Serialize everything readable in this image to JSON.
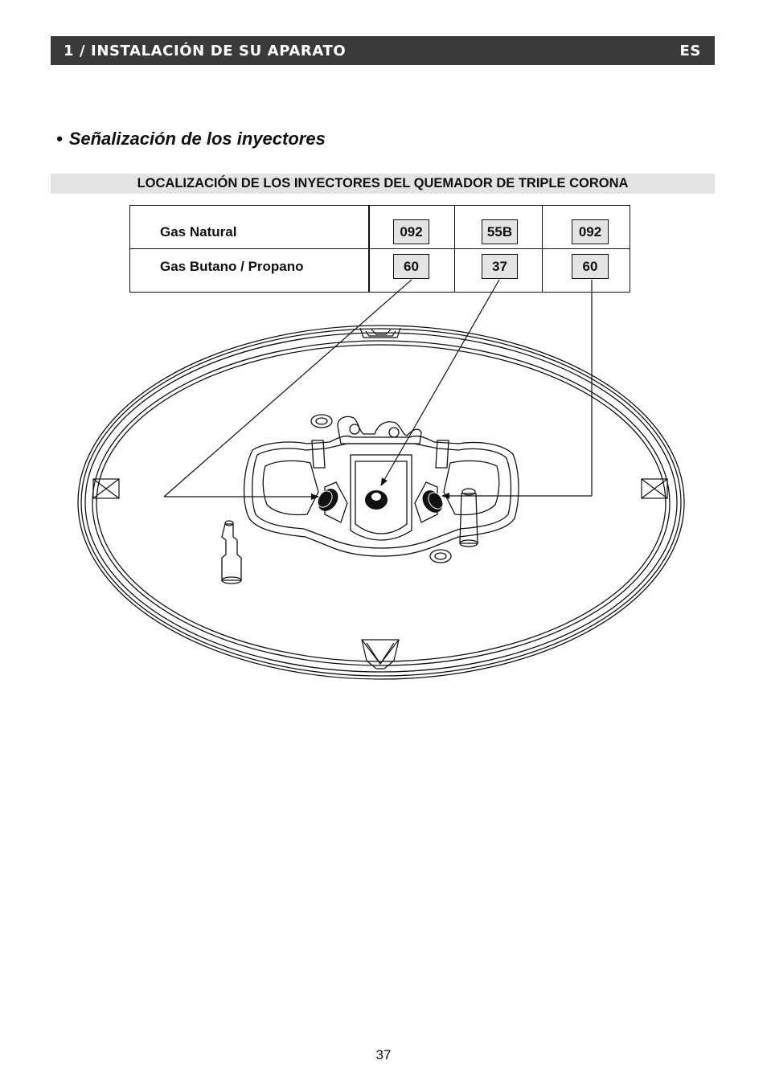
{
  "header": {
    "title": "1 / INSTALACIÓN DE SU APARATO",
    "language": "ES"
  },
  "section": {
    "bullet": "•",
    "heading": "Señalización de los inyectores"
  },
  "subtitle": "LOCALIZACIÓN DE LOS INYECTORES DEL QUEMADOR DE TRIPLE CORONA",
  "injector_table": {
    "rows": [
      {
        "label": "Gas Natural",
        "codes": [
          "092",
          "55B",
          "092"
        ]
      },
      {
        "label": "Gas Butano / Propano",
        "codes": [
          "60",
          "37",
          "60"
        ]
      }
    ]
  },
  "page_number": "37",
  "colors": {
    "header_bg": "#3a3a3a",
    "subtitle_bg": "#e3e3e3",
    "code_box_bg": "#e4e4e4",
    "ink": "#111111"
  }
}
